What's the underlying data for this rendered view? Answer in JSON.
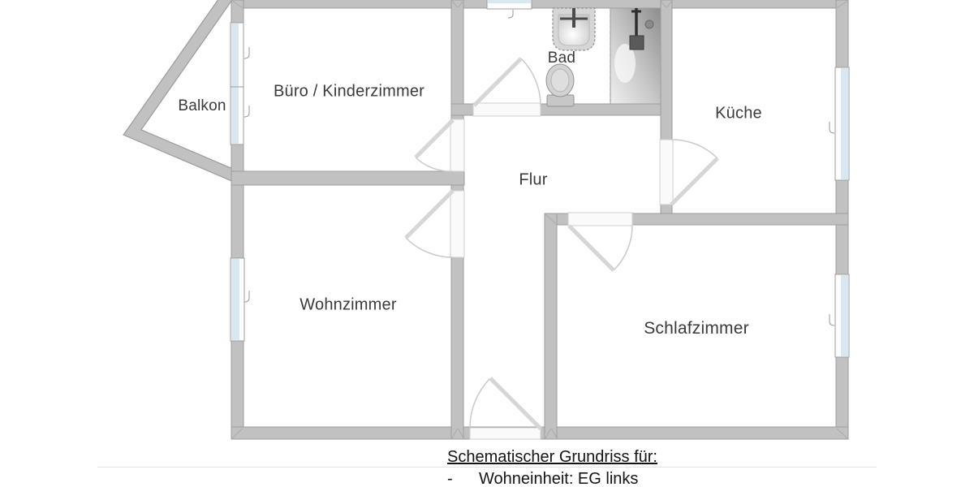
{
  "rooms": {
    "balkon": {
      "label": "Balkon"
    },
    "buero": {
      "label": "Büro / Kinderzimmer"
    },
    "bad": {
      "label": "Bad"
    },
    "kueche": {
      "label": "Küche"
    },
    "flur": {
      "label": "Flur"
    },
    "wohnzimmer": {
      "label": "Wohnzimmer"
    },
    "schlafzimmer": {
      "label": "Schlafzimmer"
    }
  },
  "caption": {
    "title": "Schematischer Grundriss für:",
    "bullet": "-",
    "item": "Wohneinheit: EG links"
  },
  "fixtures": {
    "sink": "sink-icon",
    "toilet": "toilet-icon",
    "shower": "shower-icon"
  },
  "colors": {
    "wall_fill": "#c1c1c1",
    "wall_outline": "#9d9d9d",
    "window_glass": "#d7e8f0",
    "window_frame": "#fdfdfd",
    "door_arc": "#c9c9c9",
    "door_leaf": "#d6d6d6",
    "floor": "#ffffff",
    "label_text": "#3a3a3a"
  }
}
